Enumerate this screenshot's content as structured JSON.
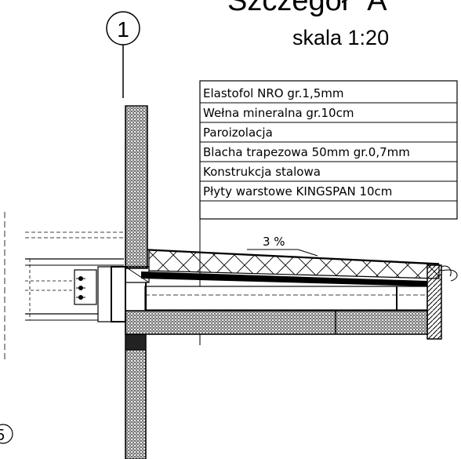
{
  "title": "Szczegół \"A\"",
  "scale": "skala 1:20",
  "axis_marker": "1",
  "section_marker_partial": "5",
  "layers": [
    "Elastofol NRO gr.1,5mm",
    "Wełna mineralna gr.10cm",
    "Paroizolacja",
    "Blacha trapezowa 50mm gr.0,7mm",
    "Konstrukcja stalowa",
    "Płyty warstowe KINGSPAN  10cm"
  ],
  "slope": "3 %"
}
